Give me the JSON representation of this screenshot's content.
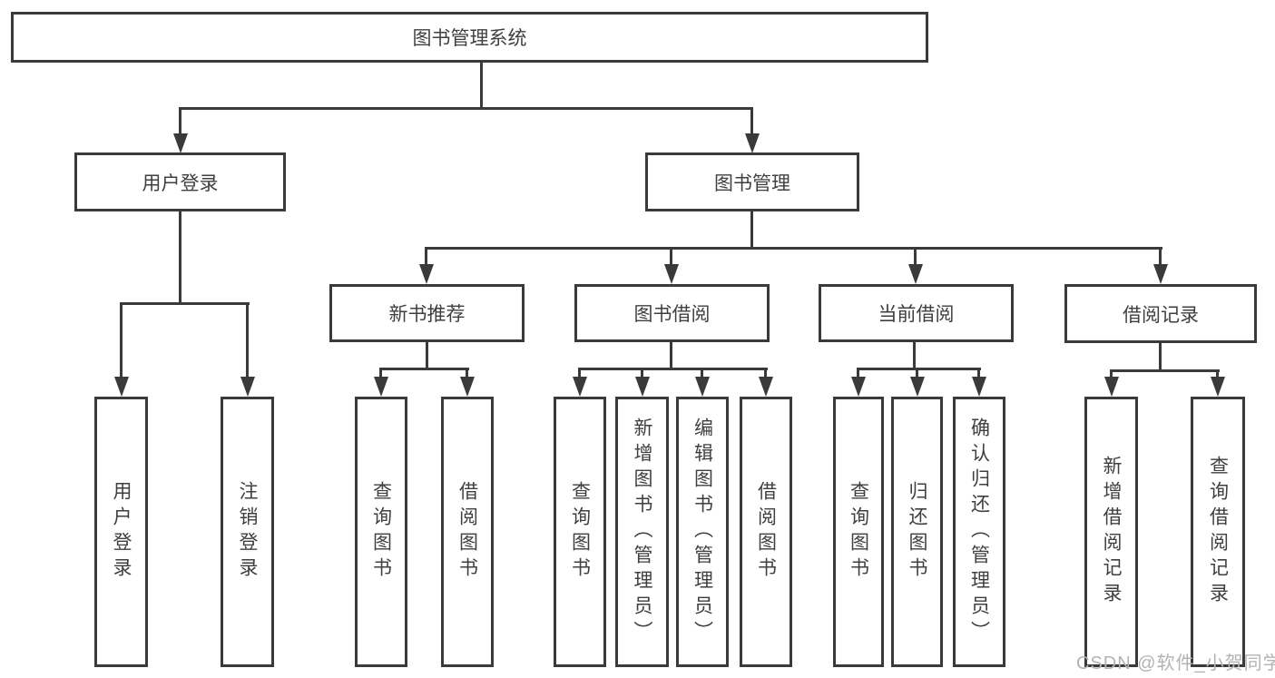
{
  "colors": {
    "line": "#3a3a3a",
    "text": "#3f3f3f",
    "box_background": "#ffffff",
    "watermark": "#b3b3b3"
  },
  "root": {
    "label": "图书管理系统"
  },
  "branches": [
    {
      "label": "用户登录"
    },
    {
      "label": "图书管理"
    }
  ],
  "modules": [
    {
      "label": "新书推荐"
    },
    {
      "label": "图书借阅"
    },
    {
      "label": "当前借阅"
    },
    {
      "label": "借阅记录"
    }
  ],
  "functions": {
    "user_login": [
      {
        "label": "用户登录"
      },
      {
        "label": "注销登录"
      }
    ],
    "new_book_recommend": [
      {
        "label": "查询图书"
      },
      {
        "label": "借阅图书"
      }
    ],
    "book_borrow": [
      {
        "label": "查询图书"
      },
      {
        "label": "新增图书（管理员）"
      },
      {
        "label": "编辑图书（管理员）"
      },
      {
        "label": "借阅图书"
      }
    ],
    "current_borrow": [
      {
        "label": "查询图书"
      },
      {
        "label": "归还图书"
      },
      {
        "label": "确认归还（管理员）"
      }
    ],
    "borrow_record": [
      {
        "label": "新增借阅记录"
      },
      {
        "label": "查询借阅记录"
      }
    ]
  },
  "watermark": "CSDN @软件_小贺同学"
}
